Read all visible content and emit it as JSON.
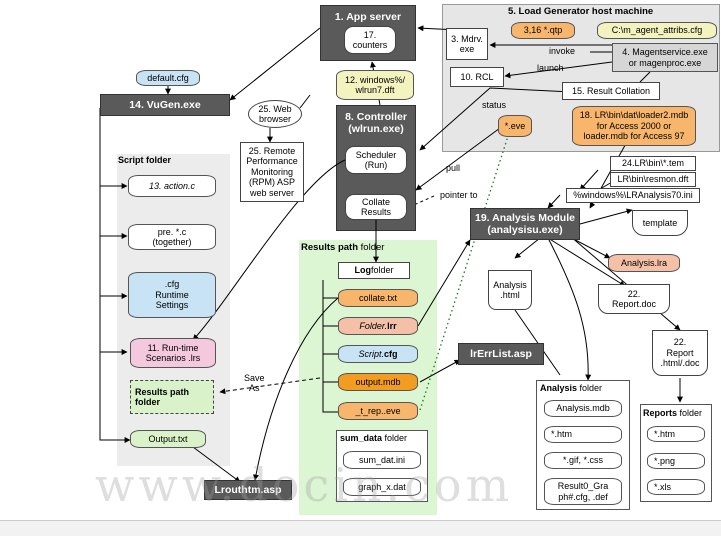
{
  "app_server": {
    "title": "1. App server",
    "counters": "17.\ncounters"
  },
  "load_gen": {
    "title": "5. Load Generator host machine",
    "mdrv": "3. Mdrv.\nexe",
    "qtp": "3,16  *.qtp",
    "attribs": "C:\\m_agent_attribs.cfg",
    "magent": "4. Magentservice.exe\nor magenproc.exe",
    "invoke": "invoke",
    "launch": "launch",
    "rcl": "10. RCL",
    "status": "status",
    "result_collation": "15. Result Collation",
    "eve": "*.eve",
    "loader": "18. LR\\bin\\dat\\loader2.mdb\nfor Access 2000 or\nloader.mdb for Access 97"
  },
  "vugen": {
    "default_cfg": "default.cfg",
    "title": "14. VuGen.exe"
  },
  "web_browser": "25. Web\nbrowser",
  "rpm": "25. Remote\nPerformance\nMonitoring\n(RPM) ASP\nweb server",
  "controller": {
    "windows_dft": "12. windows%/\nwlrun7.dft",
    "title": "8. Controller\n(wlrun.exe)",
    "scheduler": "Scheduler\n(Run)",
    "collate": "Collate\nResults"
  },
  "script_folder": {
    "title": "Script folder",
    "action": "13. action.c",
    "pre": "pre. *.c\n(together)",
    "cfg": ".cfg\nRuntime\nSettings",
    "scenarios": "11. Run-time\nScenarios .lrs",
    "results_path": "Results  path\nfolder",
    "output": "Output.txt"
  },
  "results": {
    "title": "Results  path",
    "title_suffix": " folder",
    "log": "Log",
    "log_suffix": "  folder",
    "collate_txt": "collate.txt",
    "lrr_prefix": "Folder.",
    "lrr_suffix": "lrr",
    "cfg_prefix": "Script.",
    "cfg_suffix": "cfg",
    "output_mdb": "output.mdb",
    "rep_eve": "_t_rep..eve",
    "sum_title": "sum_data",
    "sum_suffix": " folder",
    "sum_ini": "sum_dat.ini",
    "graph_dat": "graph_x.dat"
  },
  "labels": {
    "pull": "pull",
    "pointer": "pointer to",
    "save_as": "Save\nAs"
  },
  "lrerrlist": "lrErrList.asp",
  "lrouthtm": "Lrouthtm.asp",
  "analysis": {
    "tem": "24.LR\\bin\\*.tem",
    "resmon": "LR\\bin\\resmon.dft",
    "ini": "%windows%\\LRAnalysis70.ini",
    "title": "19. Analysis Module\n(analysisu.exe)",
    "template": "template",
    "lra": "Analysis.lra",
    "html": "Analysis\n.html",
    "report_doc": "22.\nReport.doc",
    "report_html": "22.\nReport\n.html/.doc",
    "folder_title": "Analysis",
    "folder_suffix": " folder",
    "mdb": "Analysis.mdb",
    "htm": "*.htm",
    "gif": "*.gif, *.css",
    "result0": "Result0_Gra\nph#.cfg, .def"
  },
  "reports": {
    "title": "Reports",
    "title_suffix": " folder",
    "htm": "*.htm",
    "png": "*.png",
    "xls": "*.xls"
  },
  "watermark": "www.docin.com",
  "colors": {
    "dark_box": "#5a5a5a",
    "load_gen_bg": "#e6e6e6",
    "results_bg": "#dcf5d2",
    "orange": "#f7b66b"
  }
}
